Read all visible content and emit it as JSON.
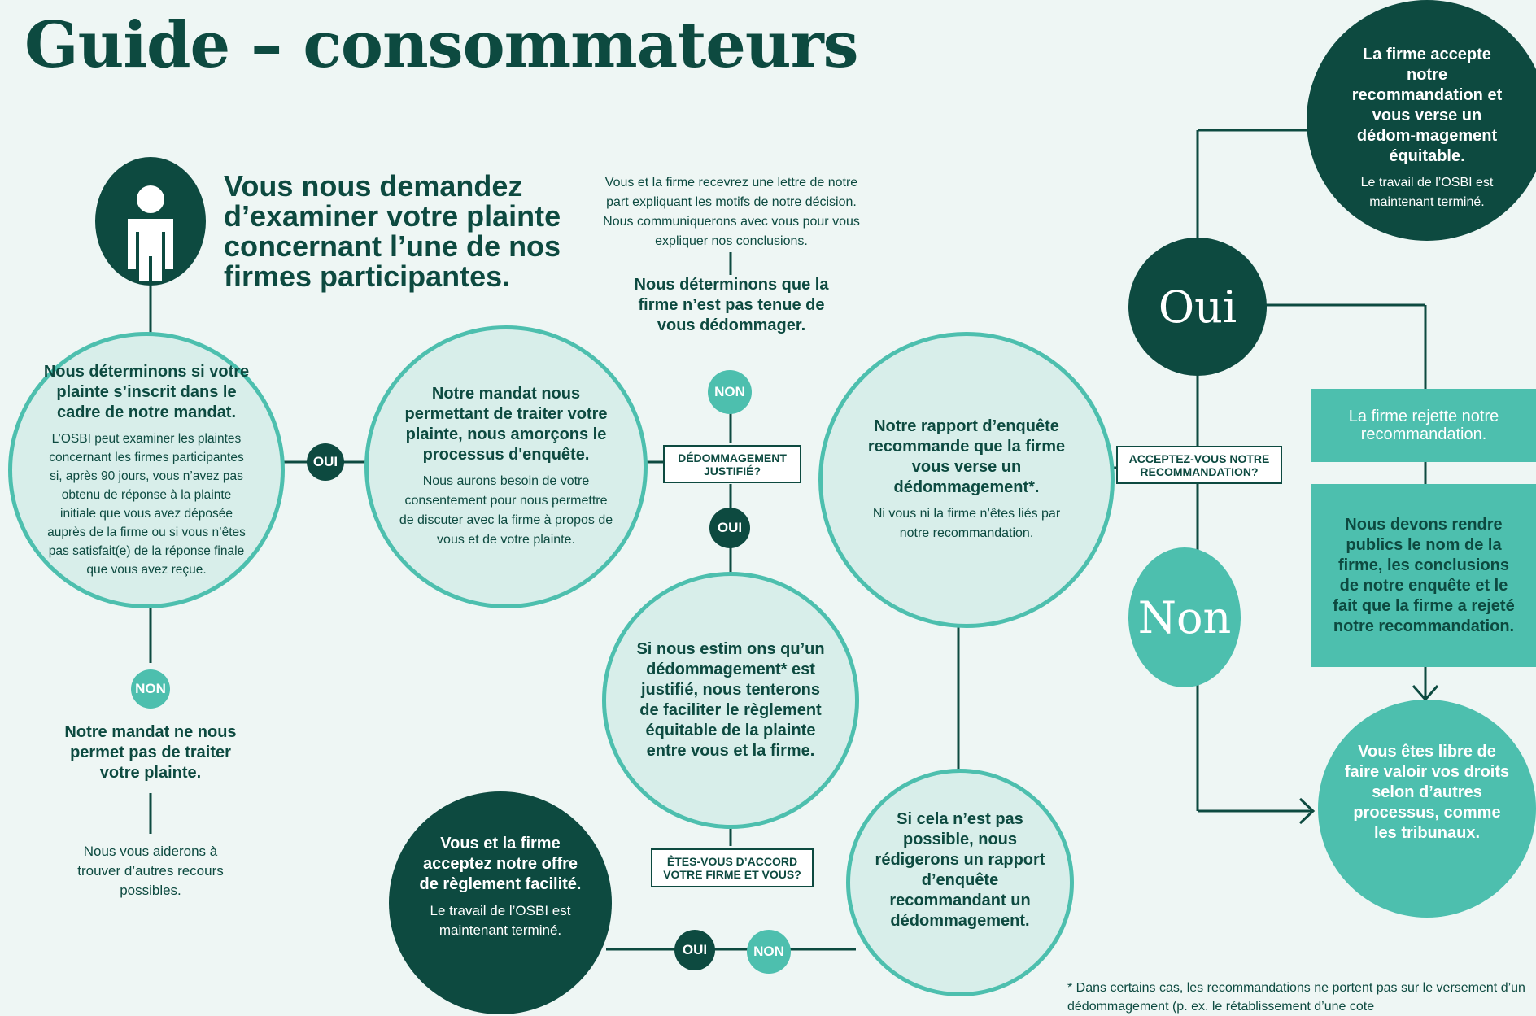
{
  "title": "Guide – consommateurs",
  "intro": "Vous nous demandez d’examiner votre plainte concernant l’une de nos firmes participantes.",
  "nodes": {
    "mandate_check": {
      "heading": "Nous déterminons si votre plainte s’inscrit dans le cadre de notre mandat.",
      "text": "L’OSBI peut examiner les plaintes concernant les firmes participantes si, après 90 jours, vous n’avez pas obtenu de réponse à la plainte initiale que vous avez déposée auprès de la firme ou si vous n’êtes pas satisfait(e) de la réponse finale que vous avez reçue."
    },
    "no_mandate": {
      "heading": "Notre mandat ne nous permet pas de traiter votre plainte."
    },
    "other_recourse": {
      "text": "Nous vous aiderons à trouver d’autres recours possibles."
    },
    "start_investigation": {
      "heading": "Notre mandat nous permettant de traiter votre plainte, nous amorçons le processus d'enquête.",
      "text": "Nous aurons besoin de votre consentement pour nous permettre de discuter avec la firme à propos de vous et de votre plainte."
    },
    "letter_note": {
      "text": "Vous et la firme recevrez une lettre de notre part expliquant les motifs de notre décision. Nous communiquerons avec vous pour vous expliquer nos conclusions."
    },
    "not_required": {
      "heading": "Nous déterminons que la firme n’est pas tenue de vous dédommager."
    },
    "facilitated": {
      "heading": "Si nous estim ons qu’un dédommagement* est justifié, nous tenterons de faciliter le règlement équitable de la plainte entre vous et la firme."
    },
    "accepted_offer": {
      "heading": "Vous et la firme acceptez notre offre de règlement facilité.",
      "text": "Le travail de l’OSBI est maintenant terminé."
    },
    "report_if_not": {
      "heading": "Si cela n’est pas possible, nous rédigerons un rapport d’enquête recommandant un dédommagement."
    },
    "report_recommends": {
      "heading": "Notre rapport d’enquête recommande que la firme vous verse un dédommagement*.",
      "text": "Ni vous ni la firme n’êtes liés par notre recommandation."
    },
    "firm_accepts": {
      "heading": "La firme accepte notre recommandation et vous verse un dédom-magement équitable.",
      "text": "Le travail de l’OSBI est maintenant terminé."
    },
    "firm_rejects": {
      "text": "La firme rejette notre recommandation."
    },
    "publish": {
      "heading": "Nous devons rendre publics le nom de la firme, les conclusions de notre enquête et le fait que la firme a rejeté notre recommandation."
    },
    "free": {
      "heading": "Vous êtes libre de faire valoir vos droits selon d’autres processus, comme les tribunaux."
    }
  },
  "questions": {
    "compensation": "DÉDOMMAGEMENT JUSTIFIÉ?",
    "agree": "ÊTES-VOUS D’ACCORD VOTRE FIRME ET VOUS?",
    "accept": "ACCEPTEZ-VOUS NOTRE RECOMMANDATION?"
  },
  "labels": {
    "oui": "OUI",
    "non": "NON",
    "oui_big": "Oui",
    "non_big": "Non"
  },
  "footnote": "* Dans certains cas, les recommandations ne portent pas sur le versement d’un dédommagement (p. ex. le rétablissement d’une cote"
}
